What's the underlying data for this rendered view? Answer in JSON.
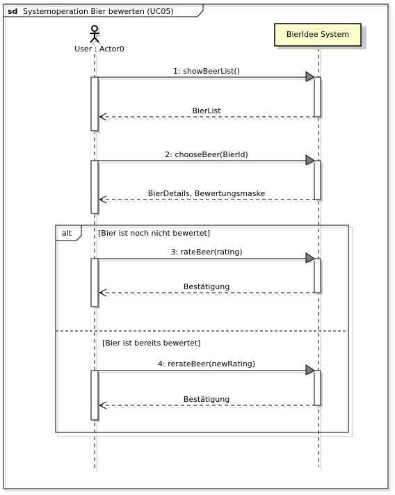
{
  "frame": {
    "keyword": "sd",
    "title": "Systemoperation Bier bewerten (UC05)"
  },
  "actor": {
    "label": "User : Actor0"
  },
  "system": {
    "label": "BierIdee System"
  },
  "messages": [
    {
      "text": "1: showBeerList()",
      "kind": "call"
    },
    {
      "text": "BierList",
      "kind": "return"
    },
    {
      "text": "2: chooseBeer(BierId)",
      "kind": "call"
    },
    {
      "text": "BierDetails, Bewertungsmaske",
      "kind": "return"
    },
    {
      "text": "3: rateBeer(rating)",
      "kind": "call"
    },
    {
      "text": "Bestätigung",
      "kind": "return"
    },
    {
      "text": "4: rerateBeer(newRating)",
      "kind": "call"
    },
    {
      "text": "Bestätigung",
      "kind": "return"
    }
  ],
  "alt_fragment": {
    "keyword": "alt",
    "guard_1": "[Bier ist noch nicht bewertet]",
    "guard_2": "[Bier ist bereits bewertet]"
  },
  "colors": {
    "system_box_fill": "#FEFECE",
    "arrow_head_fill": "#808080",
    "line": "#000000",
    "shadow": "#C8C8C8"
  }
}
